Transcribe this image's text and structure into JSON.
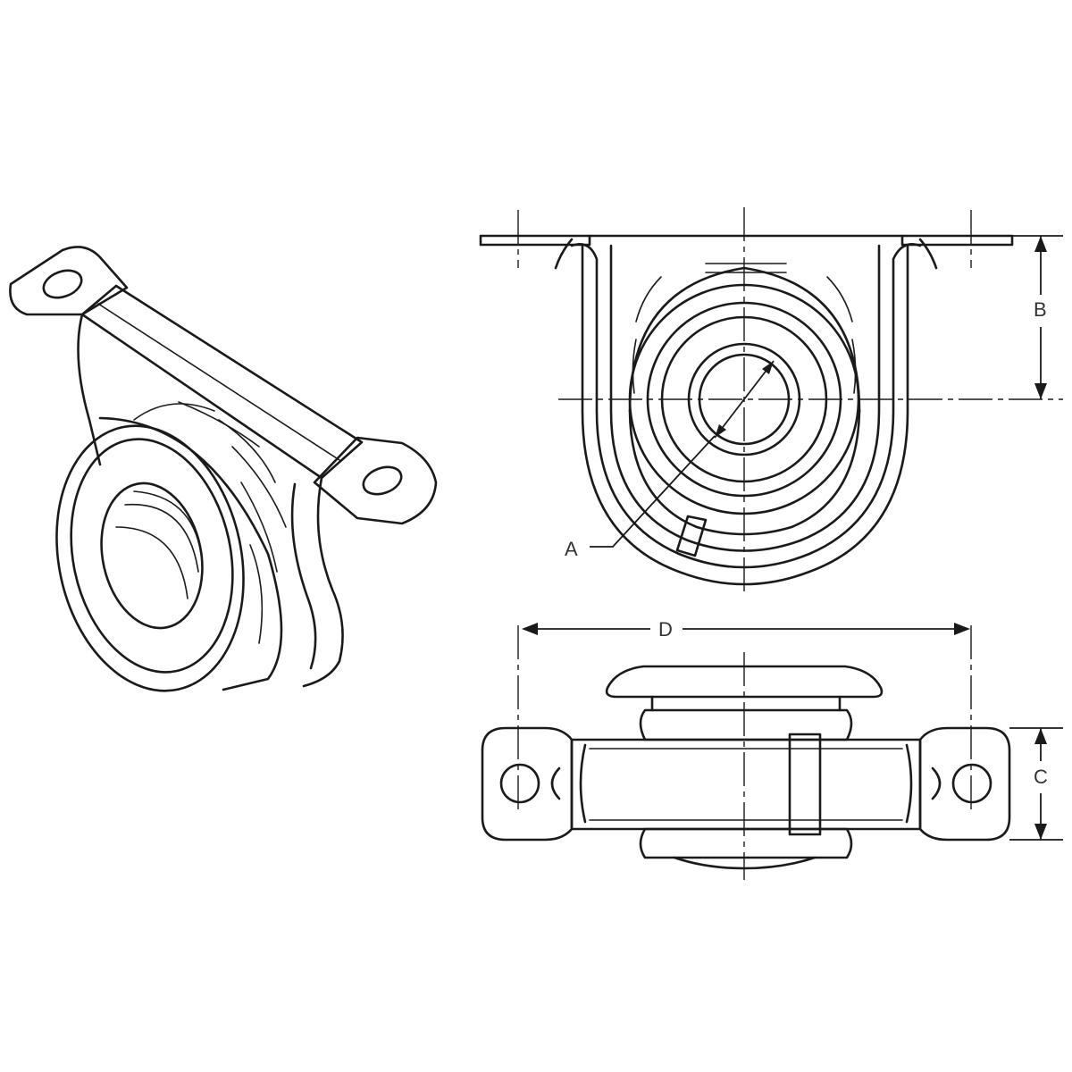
{
  "labels": {
    "a": "A",
    "b": "B",
    "c": "C",
    "d": "D"
  },
  "colors": {
    "line": "#1a1a1a",
    "text": "#333333",
    "background": "#ffffff"
  }
}
